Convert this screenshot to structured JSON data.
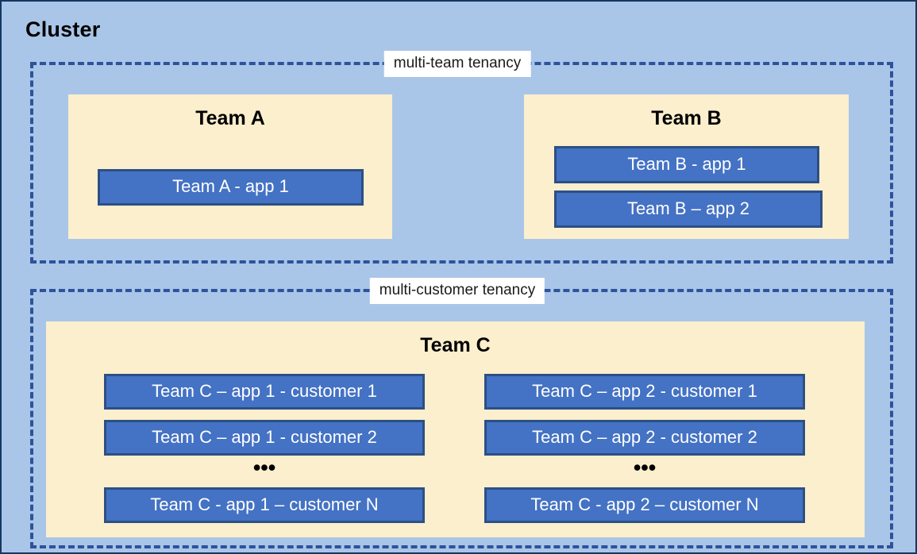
{
  "diagram": {
    "title": "Cluster",
    "colors": {
      "canvas_background": "#a9c6e8",
      "canvas_border": "#16375e",
      "tenancy_dash": "#2e529b",
      "team_panel": "#fcefcd",
      "app_box_fill": "#4472c4",
      "app_box_border": "#2c4f85",
      "app_box_text": "#ffffff",
      "label_chip": "#ffffff"
    }
  },
  "groups": [
    {
      "id": "multi-team",
      "label": "multi-team tenancy",
      "teams": [
        {
          "id": "team-a",
          "name": "Team A",
          "apps": [
            {
              "id": "team-a-1",
              "label": "Team A - app 1"
            }
          ]
        },
        {
          "id": "team-b",
          "name": "Team B",
          "apps": [
            {
              "id": "team-b-1",
              "label": "Team B - app 1"
            },
            {
              "id": "team-b-2",
              "label": "Team B – app 2"
            }
          ]
        }
      ]
    },
    {
      "id": "multi-customer",
      "label": "multi-customer tenancy",
      "teams": [
        {
          "id": "team-c",
          "name": "Team C",
          "columns": [
            {
              "id": "team-c-app-1",
              "apps": [
                {
                  "id": "tc-a1-c1",
                  "label": "Team C – app 1 - customer 1"
                },
                {
                  "id": "tc-a1-c2",
                  "label": "Team C – app 1 - customer 2"
                },
                {
                  "id": "tc-a1-cn",
                  "label": "Team C - app 1 – customer N"
                }
              ],
              "continuation": "•••"
            },
            {
              "id": "team-c-app-2",
              "apps": [
                {
                  "id": "tc-a2-c1",
                  "label": "Team C – app 2 - customer 1"
                },
                {
                  "id": "tc-a2-c2",
                  "label": "Team C – app 2 - customer 2"
                },
                {
                  "id": "tc-a2-cn",
                  "label": "Team C - app 2 – customer N"
                }
              ],
              "continuation": "•••"
            }
          ]
        }
      ]
    }
  ]
}
